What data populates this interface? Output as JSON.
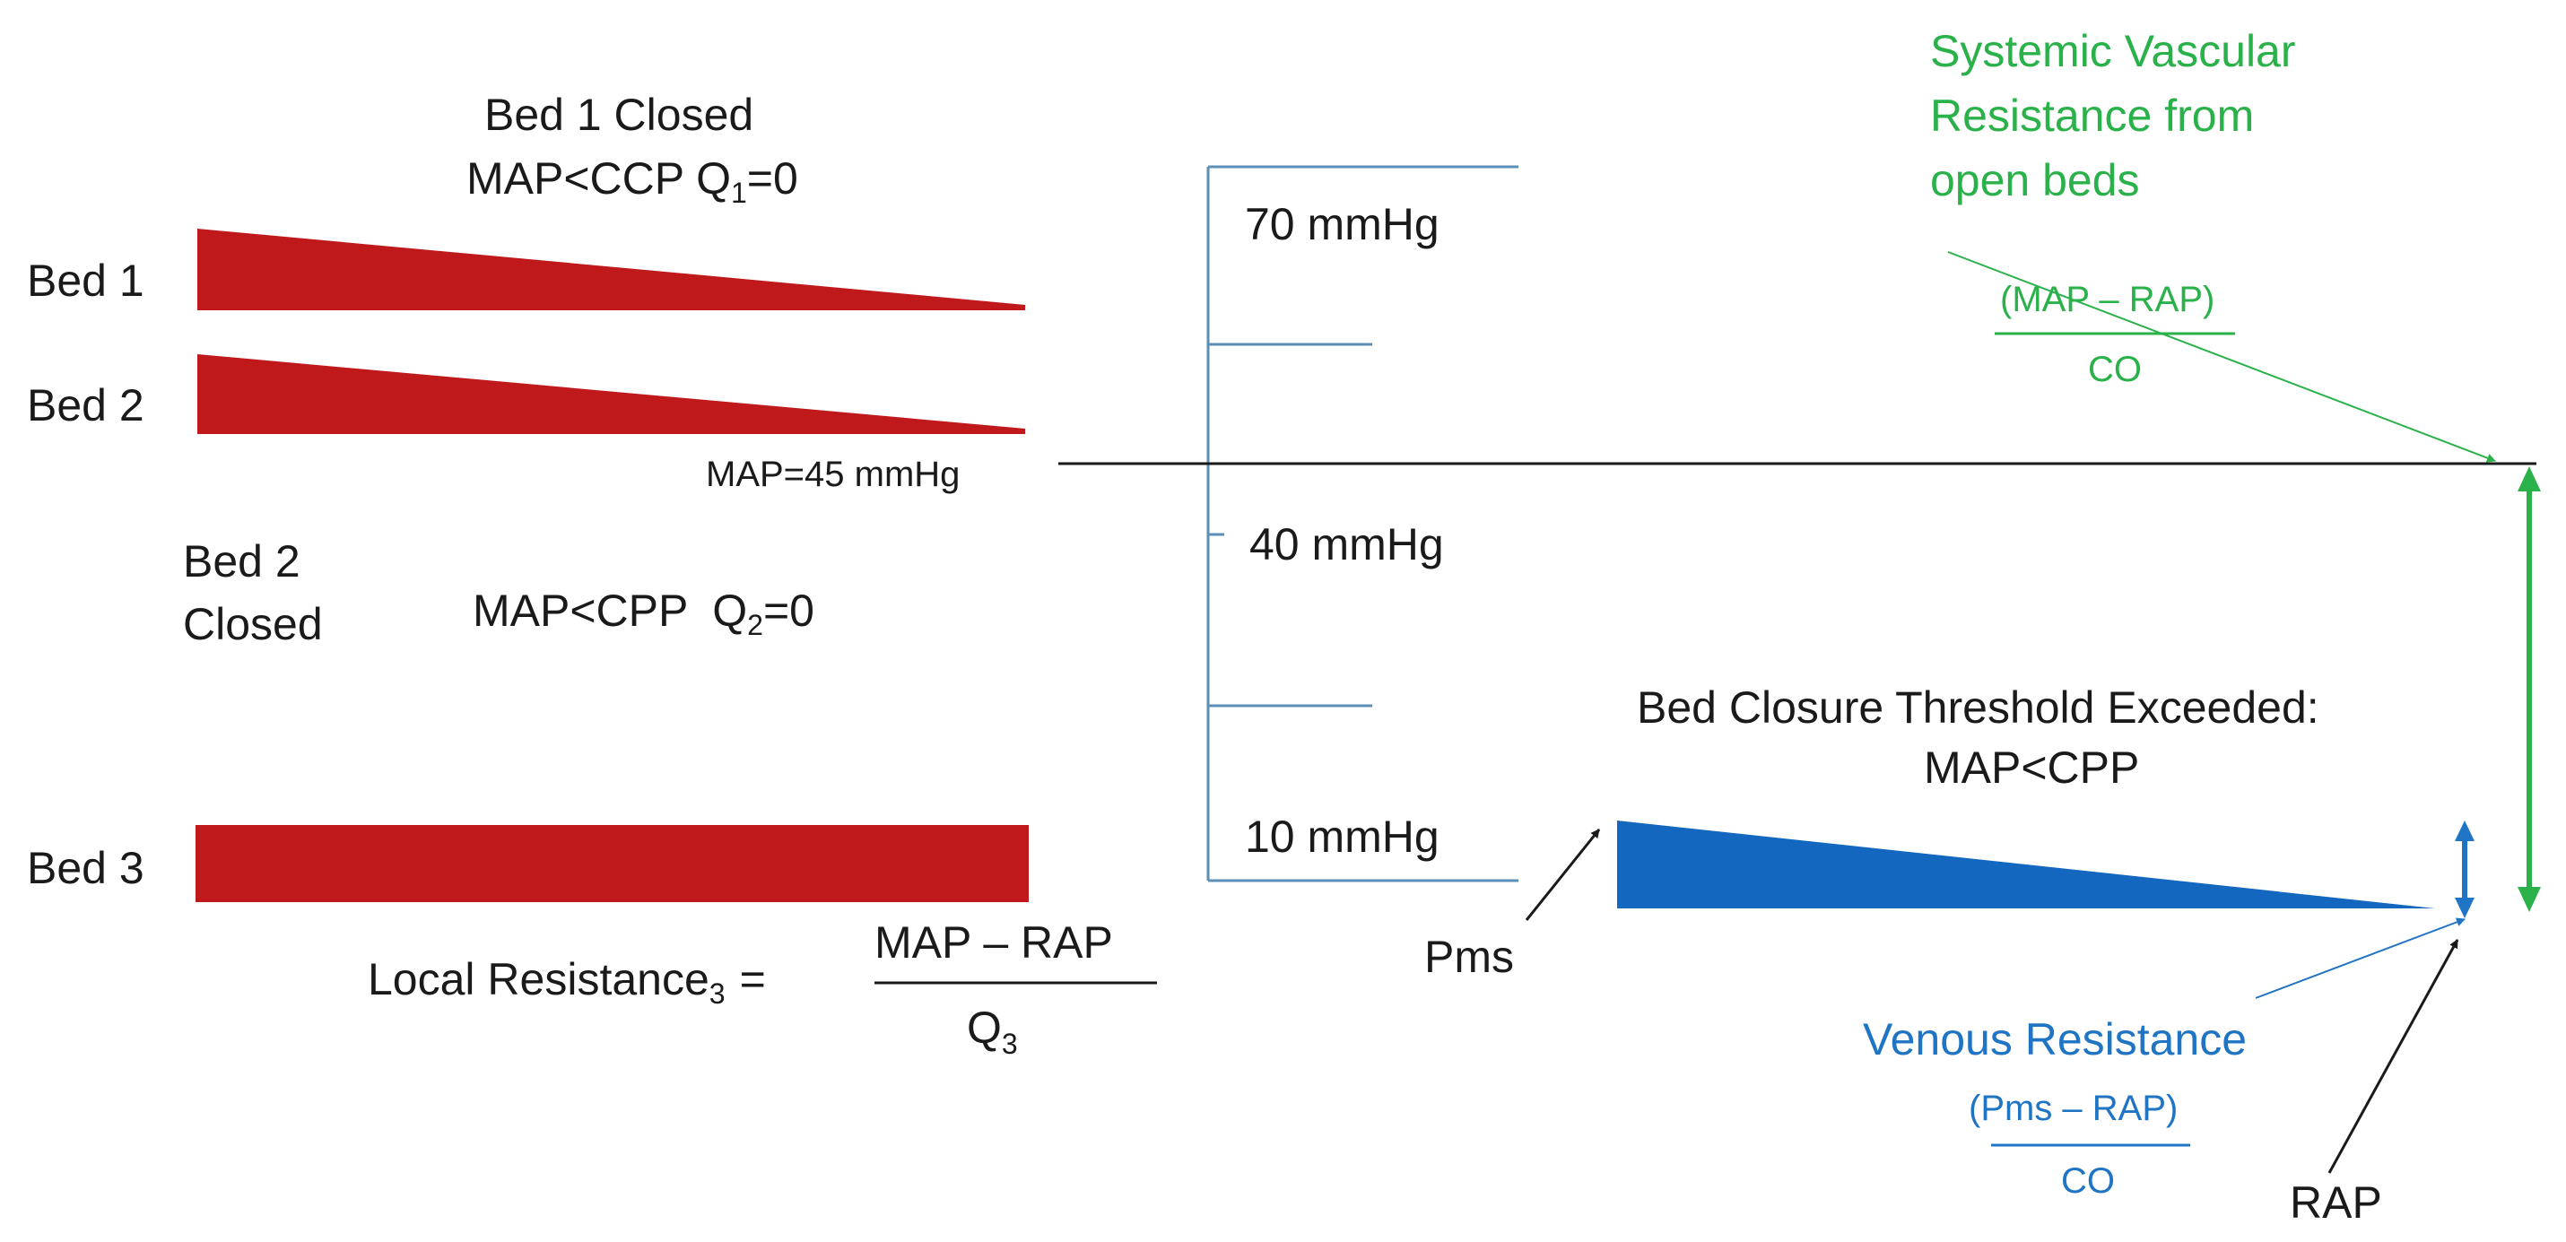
{
  "colors": {
    "bed_fill": "#c0191b",
    "venous_fill": "#1367bf",
    "green": "#2ab14a",
    "blue": "#1f74c4",
    "axis": "#5b8fb5",
    "text": "#1a1a1a"
  },
  "beds": {
    "bed1_label": "Bed 1",
    "bed2_label": "Bed 2",
    "bed3_label": "Bed 3"
  },
  "bed1_closed": {
    "line1": "Bed 1 Closed",
    "line2_prefix": "MAP<CCP  Q",
    "line2_sub": "1",
    "line2_suffix": "=0"
  },
  "bed2_closed": {
    "line1": "Bed 2",
    "line2": "Closed",
    "cond_prefix": "MAP<CPP  Q",
    "cond_sub": "2",
    "cond_suffix": "=0"
  },
  "map_line_label": "MAP=45 mmHg",
  "pressure_scale": {
    "label_70": "70 mmHg",
    "label_40": "40 mmHg",
    "label_10": "10 mmHg"
  },
  "local_resistance": {
    "label": "Local Resistance",
    "label_sub": "3",
    "equals": "=",
    "numerator": "MAP – RAP",
    "denominator": "Q",
    "denominator_sub": "3"
  },
  "svr": {
    "line1": "Systemic Vascular",
    "line2": "Resistance from",
    "line3": "open beds",
    "numerator": "(MAP – RAP)",
    "denominator": "CO"
  },
  "threshold": {
    "line1": "Bed Closure Threshold Exceeded:",
    "line2": "MAP<CPP"
  },
  "pms_label": "Pms",
  "venous": {
    "title": "Venous Resistance",
    "numerator": "(Pms – RAP)",
    "denominator": "CO"
  },
  "rap_label": "RAP"
}
